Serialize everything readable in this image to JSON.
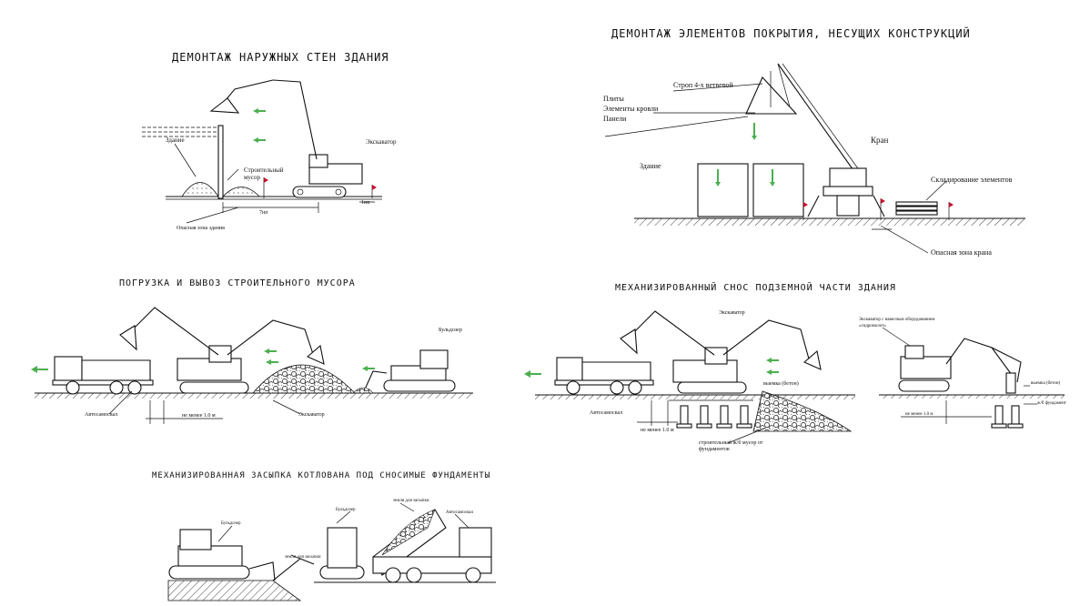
{
  "panels": {
    "walls": {
      "title": "ДЕМОНТАЖ НАРУЖНЫХ СТЕН ЗДАНИЯ",
      "labels": {
        "building": "Здание",
        "debris": "Строительный мусор",
        "excavator": "Экскаватор",
        "danger_zone": "Опасная зона здания",
        "dim_main": "7нп",
        "dim_side": "1нп"
      }
    },
    "roof": {
      "title": "ДЕМОНТАЖ ЭЛЕМЕНТОВ ПОКРЫТИЯ, НЕСУЩИХ КОНСТРУКЦИЙ",
      "labels": {
        "sling": "Строп 4-х ветвевой",
        "slabs": "Плиты",
        "roof_elements": "Элементы кровли",
        "panels": "Панели",
        "building": "Здание",
        "crane": "Кран",
        "storage": "Складирование элементов",
        "danger_zone": "Опасная зона крана"
      }
    },
    "loading": {
      "title": "ПОГРУЗКА И ВЫВОЗ СТРОИТЕЛЬНОГО МУСОРА",
      "labels": {
        "truck": "Автосамосвал",
        "distance": "не менее 1.0 м",
        "excavator": "Экскаватор",
        "bulldozer": "Бульдозер"
      }
    },
    "underground": {
      "title": "МЕХАНИЗИРОВАННЫЙ СНОС ПОДЗЕМНОЙ ЧАСТИ ЗДАНИЯ",
      "labels": {
        "excavator": "Экскаватор",
        "truck": "Автосамосвал",
        "distance": "не менее 1.0 м",
        "pit": "выемка (бетон)",
        "debris_fnd": "строительный ж/б мусор от фундаментов",
        "excavator_hydro": "Экскаватор с навесным оборудованием «гидромолот»",
        "pit2": "выемка (бетон)",
        "fnd": "ж/б фундамент",
        "distance2": "не менее 1.0 м"
      }
    },
    "backfill": {
      "title": "МЕХАНИЗИРОВАННАЯ ЗАСЫПКА КОТЛОВАНА ПОД СНОСИМЫЕ ФУНДАМЕНТЫ",
      "labels": {
        "bulldozer": "Бульдозер",
        "soil": "земля для засыпки",
        "bulldozer2": "Бульдозер",
        "soil_truck": "земля для засыпки",
        "truck": "Автосамосвал"
      }
    }
  },
  "colors": {
    "arrow": "#4caf50",
    "flag": "#c8102e",
    "line": "#111111"
  },
  "icons": [
    "excavator-icon",
    "crane-icon",
    "dump-truck-icon",
    "bulldozer-icon",
    "arrow-left-icon",
    "arrow-down-icon",
    "danger-flag-icon"
  ]
}
